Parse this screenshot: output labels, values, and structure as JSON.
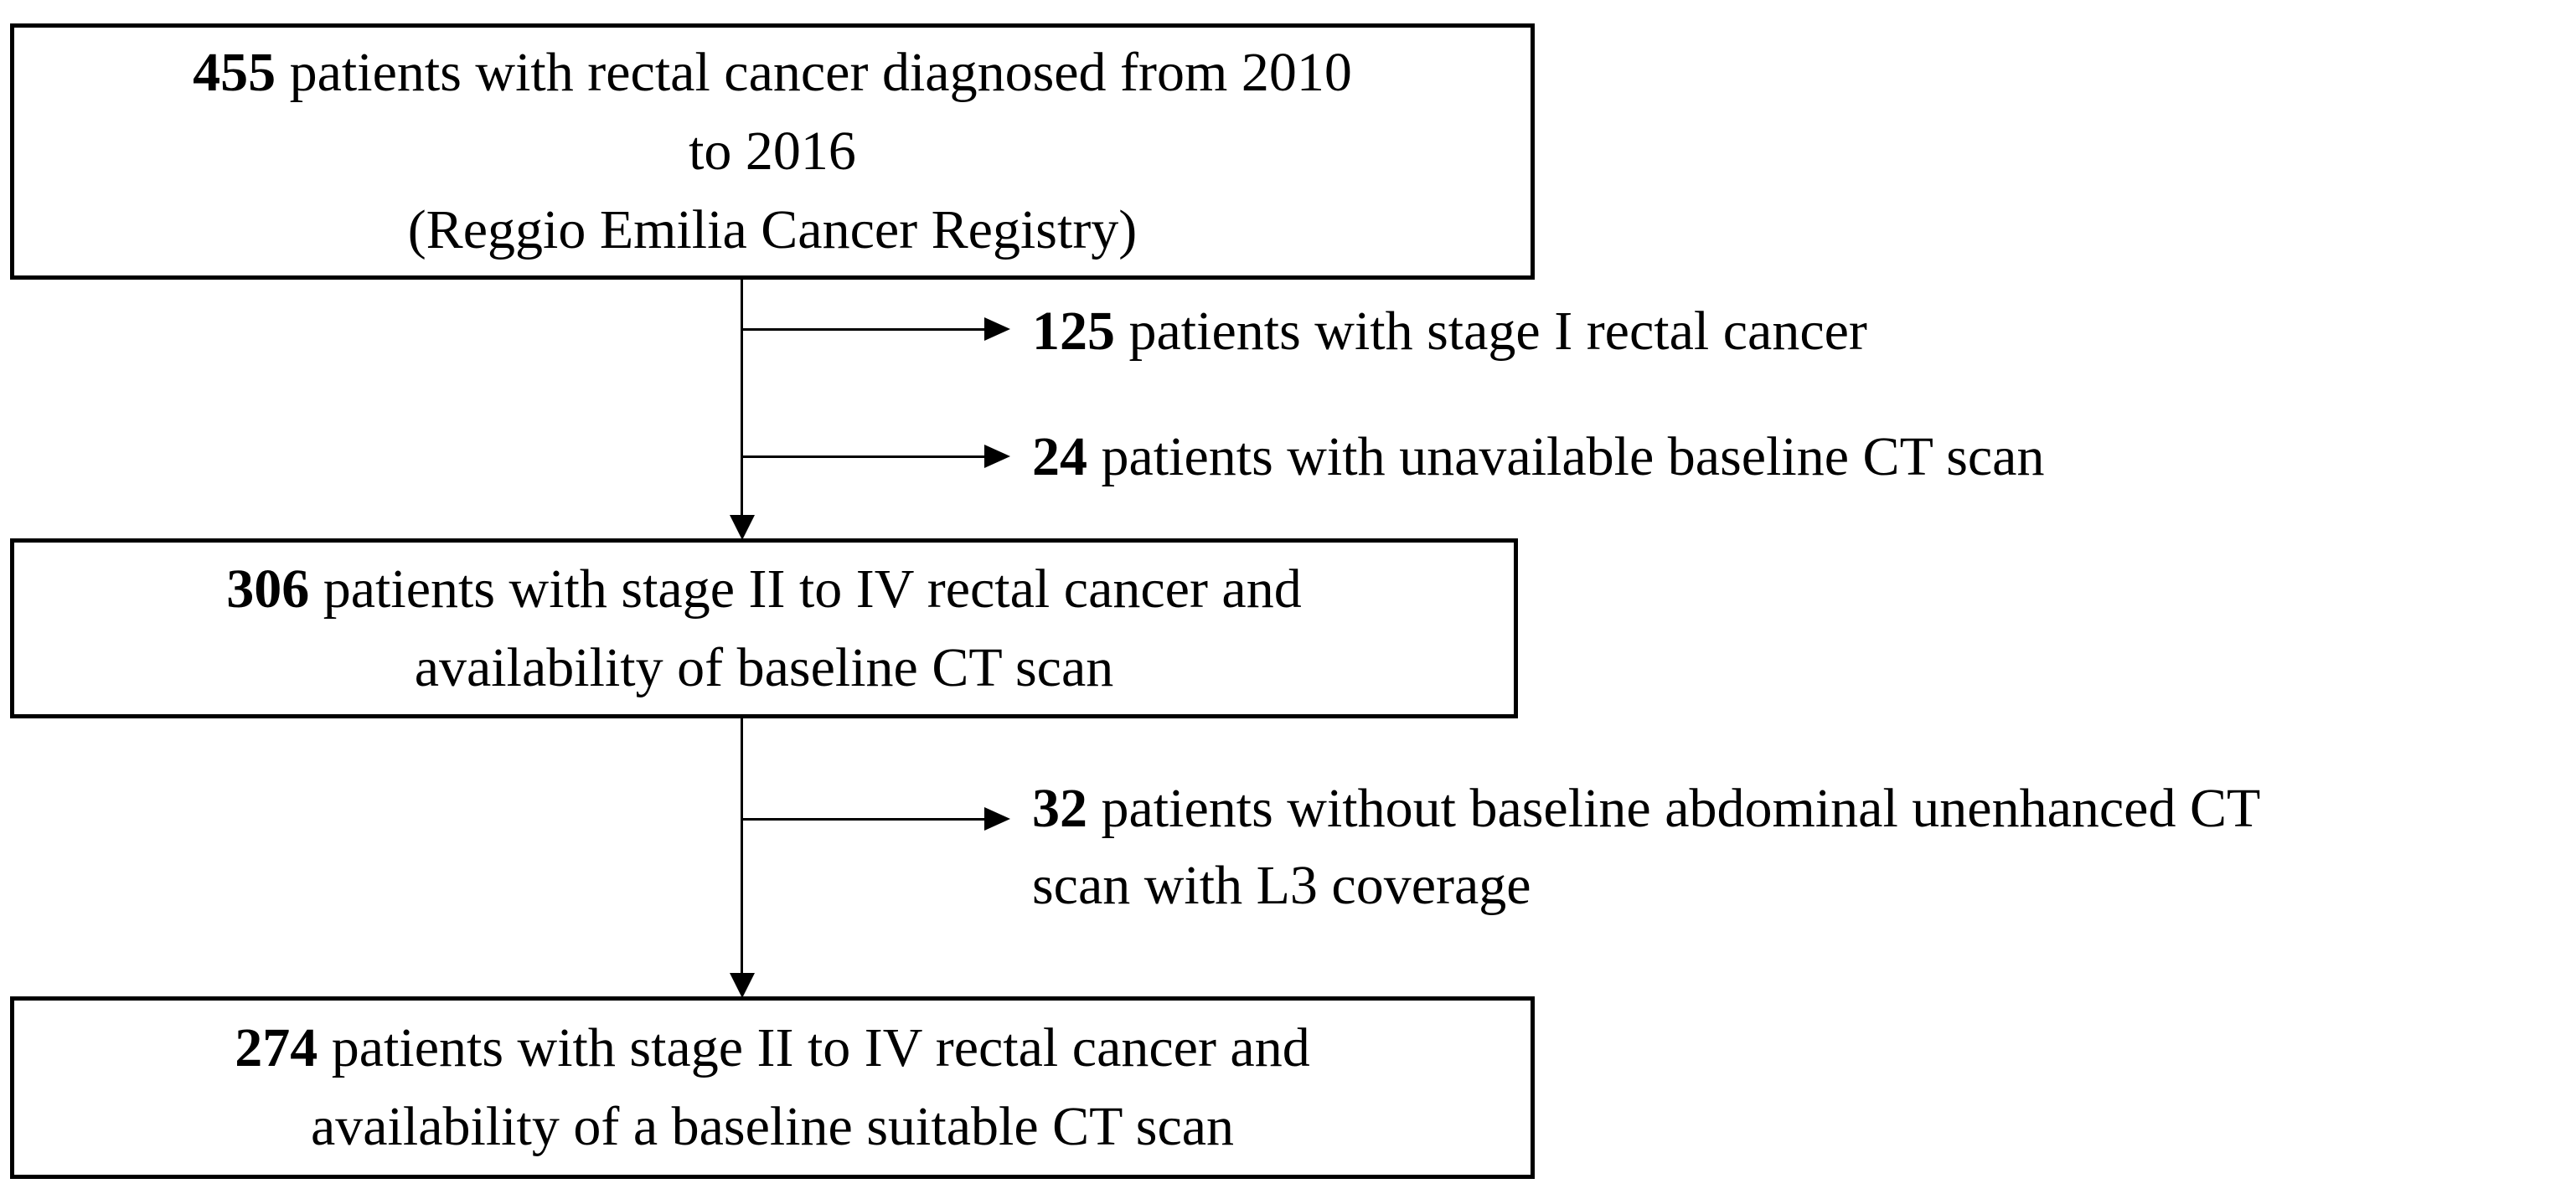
{
  "colors": {
    "ink": "#000000",
    "paper": "#ffffff"
  },
  "flowchart": {
    "box1": {
      "number": "455",
      "line1": " patients with rectal cancer diagnosed from 2010",
      "line2": "to 2016",
      "line3": "(Reggio Emilia Cancer Registry)"
    },
    "box2": {
      "number": "306",
      "line1": " patients with stage II to IV rectal cancer and",
      "line2": "availability of baseline CT scan"
    },
    "box3": {
      "number": "274",
      "line1": " patients with stage II to IV rectal cancer and",
      "line2": "availability of a baseline suitable CT scan"
    },
    "exclusion1": {
      "number": "125",
      "text": " patients with stage I rectal cancer"
    },
    "exclusion2": {
      "number": "24",
      "text": " patients with unavailable baseline CT scan"
    },
    "exclusion3": {
      "number": "32",
      "line1": " patients without baseline abdominal unenhanced CT",
      "line2": "scan with L3 coverage"
    }
  }
}
